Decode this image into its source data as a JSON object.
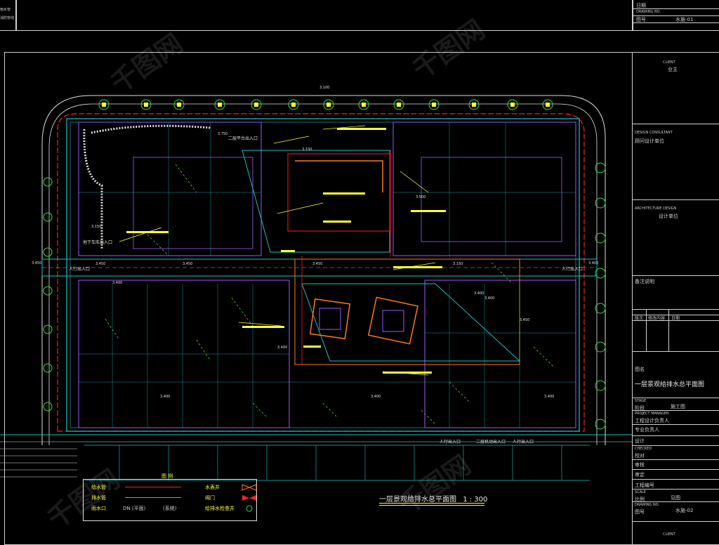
{
  "top_sheet": {
    "left_labels": [
      "雨水管",
      "消防管线"
    ],
    "right_rows": [
      {
        "k": "DRAWING NO.",
        "v": ""
      },
      {
        "k": "图号",
        "v": "水施-01"
      }
    ],
    "right_date": "日期"
  },
  "title_block": {
    "client_en": "CLIENT",
    "client_cn": "业主",
    "consultant_en": "DESIGN CONSULTANT",
    "consultant_cn": "顾问设计单位",
    "architecture_en": "ARCHITECTURE DESIGN",
    "architecture_cn": "设计单位",
    "notes_label": "备注说明",
    "rev_headers": [
      "版次",
      "修改内容",
      "日期"
    ],
    "drawing_title_label": "图名",
    "drawing_title": "一层景观给排水总平面图",
    "stage_label": "STAGE",
    "stage_cn": "阶段",
    "stage_value": "施工图",
    "pm_label": "PROJECT MANAGER",
    "pm_cn": "工程设计负责人",
    "discipline_label": "专业负责人",
    "designer_label": "设计",
    "checked_label": "CHECKED",
    "checked_cn": "校对",
    "approved_label": "审核",
    "approved_cn2": "审定",
    "project_no_label": "工程编号",
    "scale_label": "SCALE",
    "scale_cn": "比例",
    "scale_value": "见图",
    "drawing_no_label": "DRAWING NO.",
    "drawing_no_cn": "图号",
    "drawing_no_value": "水施-02",
    "bottom_client": "CLIENT"
  },
  "plan": {
    "caption": "一层景观给排水总平面图",
    "caption_scale": "1 : 300",
    "legend_title": "图  例",
    "legend_left": [
      "给水管",
      "排水管",
      "雨水口"
    ],
    "legend_left_extra": [
      "DN (平面)",
      "(系统)"
    ],
    "legend_right": [
      "水表井",
      "阀门",
      "给排水检查井"
    ],
    "labels": [
      {
        "t": "人行出入口"
      },
      {
        "t": "人行出入口"
      },
      {
        "t": "人行出入口"
      },
      {
        "t": "二层机动出入口"
      },
      {
        "t": "人行出入口"
      },
      {
        "t": "地下车库出入口"
      },
      {
        "t": "二层平台出入口"
      }
    ],
    "elevations": [
      "3.100",
      "3.750",
      "3.150",
      "3.150",
      "3.500",
      "3.450",
      "3.450",
      "3.450",
      "3.450",
      "3.150",
      "3.400",
      "3.400",
      "3.400",
      "3.400",
      "3.450",
      "3.400",
      "3.400",
      "3.400",
      "3.400"
    ]
  },
  "colors": {
    "wall": "#20c0c0",
    "building": "#9b59ff",
    "boundary": "#ff2020",
    "pipe_orange": "#ff7a1a",
    "label_yellow": "#ffff33",
    "tree": "#3fdd3f",
    "white": "#e0e0e0"
  },
  "watermark": "千图网"
}
